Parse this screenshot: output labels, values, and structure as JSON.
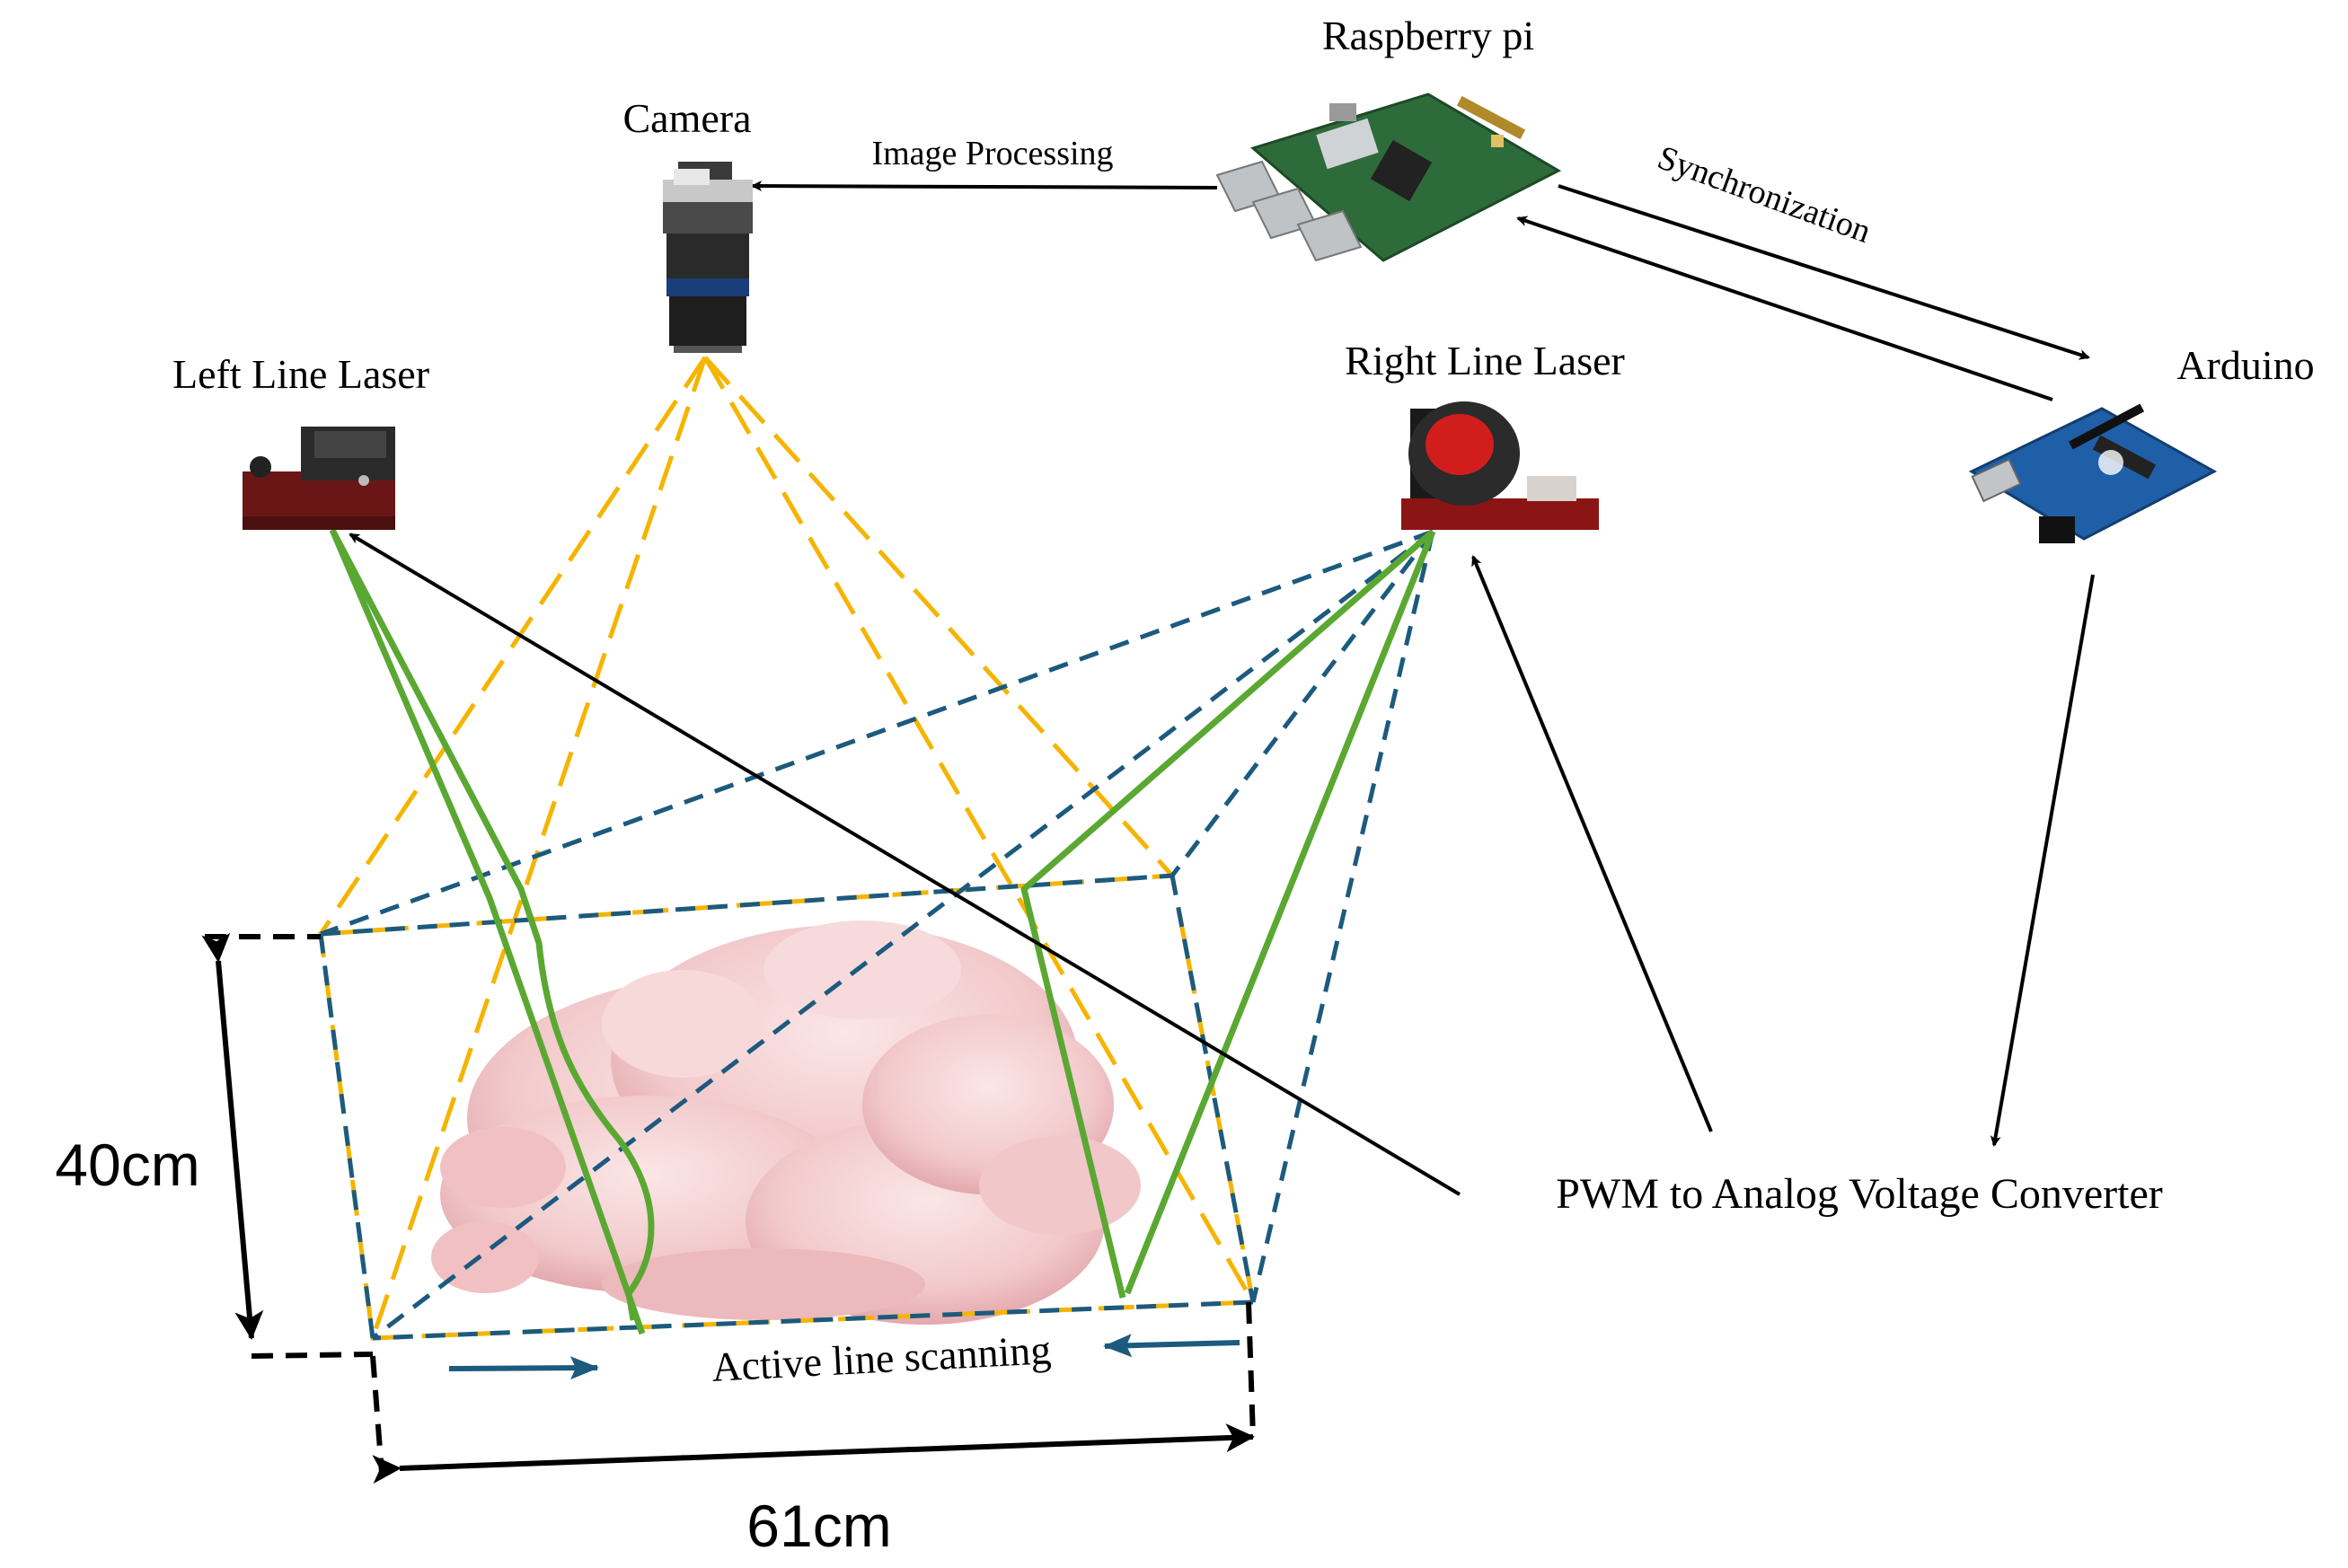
{
  "labels": {
    "camera": "Camera",
    "raspberry_pi": "Raspberry pi",
    "image_processing": "Image Processing",
    "synchronization": "Synchronization",
    "arduino": "Arduino",
    "left_line_laser": "Left Line Laser",
    "right_line_laser": "Right Line Laser",
    "pwm_converter": "PWM to Analog Voltage Converter",
    "active_line_scanning": "Active line scanning",
    "height_dimension": "40cm",
    "width_dimension": "61cm"
  },
  "icons": {
    "camera": "industrial-camera-icon",
    "raspberry_pi": "raspberry-pi-board-icon",
    "arduino": "arduino-board-icon",
    "left_laser": "left-line-laser-icon",
    "right_laser": "right-line-laser-icon",
    "object": "raw-chicken-image"
  },
  "colors": {
    "camera_fov": "#f5b400",
    "laser_fov": "#1c5a7e",
    "laser_line": "#5aa832",
    "scan_arrow": "#1c5a7e",
    "connector": "#000000",
    "pcb_green": "#2e6b3a",
    "arduino_blue": "#1f5fa8",
    "laser_red": "#7a1414"
  }
}
